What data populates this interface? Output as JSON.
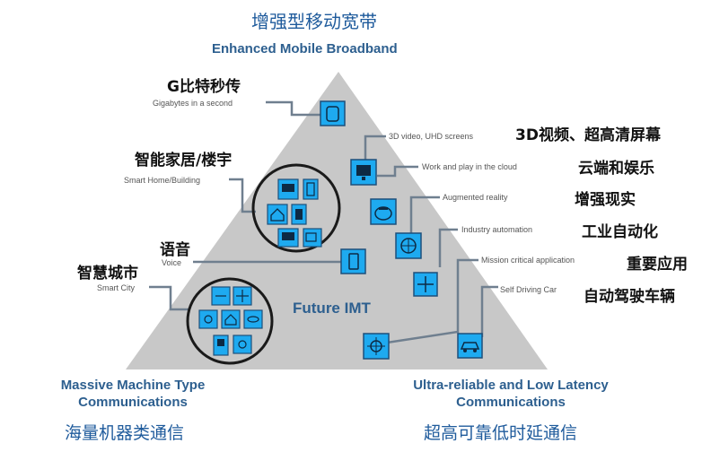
{
  "top": {
    "title_cn": "增强型移动宽带",
    "title_en": "Enhanced Mobile Broadband"
  },
  "left_labels": [
    {
      "cn": "G比特秒传",
      "en": "Gigabytes in a second"
    },
    {
      "cn": "智能家居/楼宇",
      "en": "Smart Home/Building"
    },
    {
      "cn": "语音",
      "en": "Voice"
    },
    {
      "cn": "智慧城市",
      "en": "Smart City"
    }
  ],
  "right_labels": [
    {
      "cn": "3D视频、超高清屏幕",
      "en": "3D video, UHD screens"
    },
    {
      "cn": "云端和娱乐",
      "en": "Work and play in the cloud"
    },
    {
      "cn": "增强现实",
      "en": "Augmented reality"
    },
    {
      "cn": "工业自动化",
      "en": "Industry automation"
    },
    {
      "cn": "重要应用",
      "en": "Mission critical  application"
    },
    {
      "cn": "自动驾驶车辆",
      "en": "Self Driving Car"
    }
  ],
  "center": {
    "label": "Future IMT"
  },
  "bottom_left": {
    "en_line1": "Massive Machine Type",
    "en_line2": "Communications",
    "cn": "海量机器类通信"
  },
  "bottom_right": {
    "en_line1": "Ultra-reliable  and Low Latency",
    "en_line2": "Communications",
    "cn": "超高可靠低时延通信"
  },
  "colors": {
    "triangle": "#c8c8c8",
    "icon_fill": "#1eaaf0",
    "icon_border": "#1d4f7a",
    "connector": "#6f7f8f",
    "accent_blue": "#2d5f8f"
  }
}
